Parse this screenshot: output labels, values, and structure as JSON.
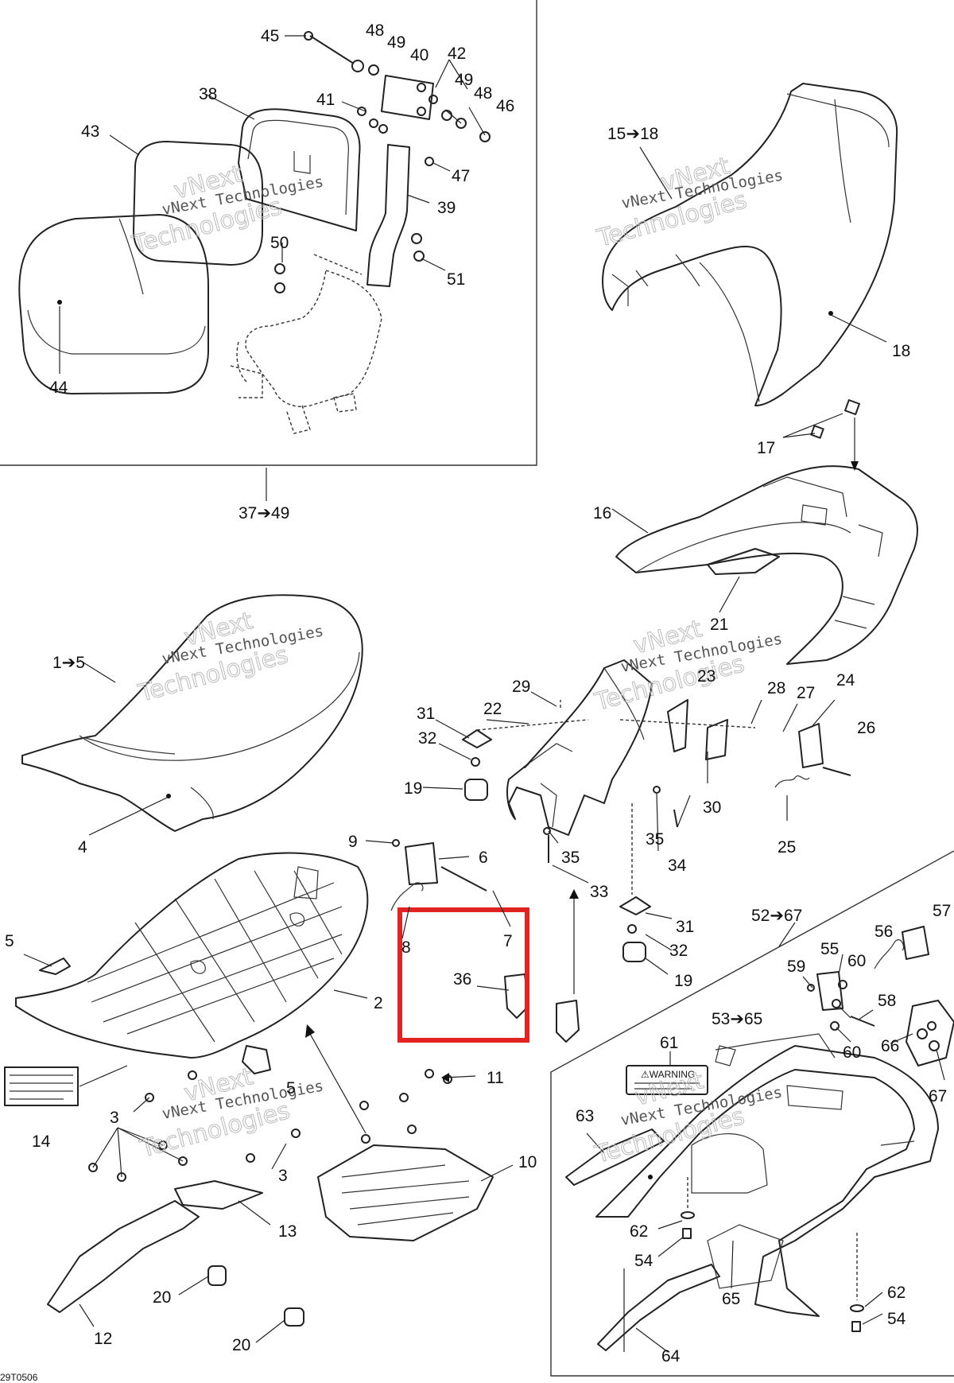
{
  "labels": {
    "l45": "45",
    "l48a": "48",
    "l49a": "49",
    "l40": "40",
    "l42": "42",
    "l49b": "49",
    "l48b": "48",
    "l46": "46",
    "l41": "41",
    "l38": "38",
    "l43": "43",
    "l47": "47",
    "l39": "39",
    "l50": "50",
    "l51": "51",
    "l44": "44",
    "l37_49": "37➔49",
    "l15_18": "15➔18",
    "l18": "18",
    "l17": "17",
    "l16": "16",
    "l21": "21",
    "l1_5": "1➔5",
    "l4": "4",
    "l29": "29",
    "l22": "22",
    "l23": "23",
    "l28": "28",
    "l27": "27",
    "l24": "24",
    "l31a": "31",
    "l32a": "32",
    "l26": "26",
    "l19a": "19",
    "l35a": "35",
    "l30": "30",
    "l34": "34",
    "l25": "25",
    "l9": "9",
    "l6": "6",
    "l35b": "35",
    "l33": "33",
    "l5a": "5",
    "l8": "8",
    "l7": "7",
    "l36": "36",
    "l31b": "31",
    "l32b": "32",
    "l19b": "19",
    "l2": "2",
    "l52_67": "52➔67",
    "l57": "57",
    "l56": "56",
    "l55": "55",
    "l59": "59",
    "l60a": "60",
    "l58": "58",
    "l53_65": "53➔65",
    "l60b": "60",
    "l66": "66",
    "l61": "61",
    "l67": "67",
    "l11": "11",
    "l14": "14",
    "l5b": "5",
    "l3a": "3",
    "l3b": "3",
    "l63": "63",
    "l10": "10",
    "l13": "13",
    "l62a": "62",
    "l54a": "54",
    "l20a": "20",
    "l12": "12",
    "l65": "65",
    "l62b": "62",
    "l20b": "20",
    "l54b": "54",
    "l64": "64"
  },
  "watermark": {
    "line1": "vNext",
    "line2": "vNext Technologies",
    "line3": "Technologies"
  },
  "warning_label": {
    "title": "⚠WARNING"
  },
  "drawing_ref": "29T0506",
  "highlight_color": "#e32222"
}
